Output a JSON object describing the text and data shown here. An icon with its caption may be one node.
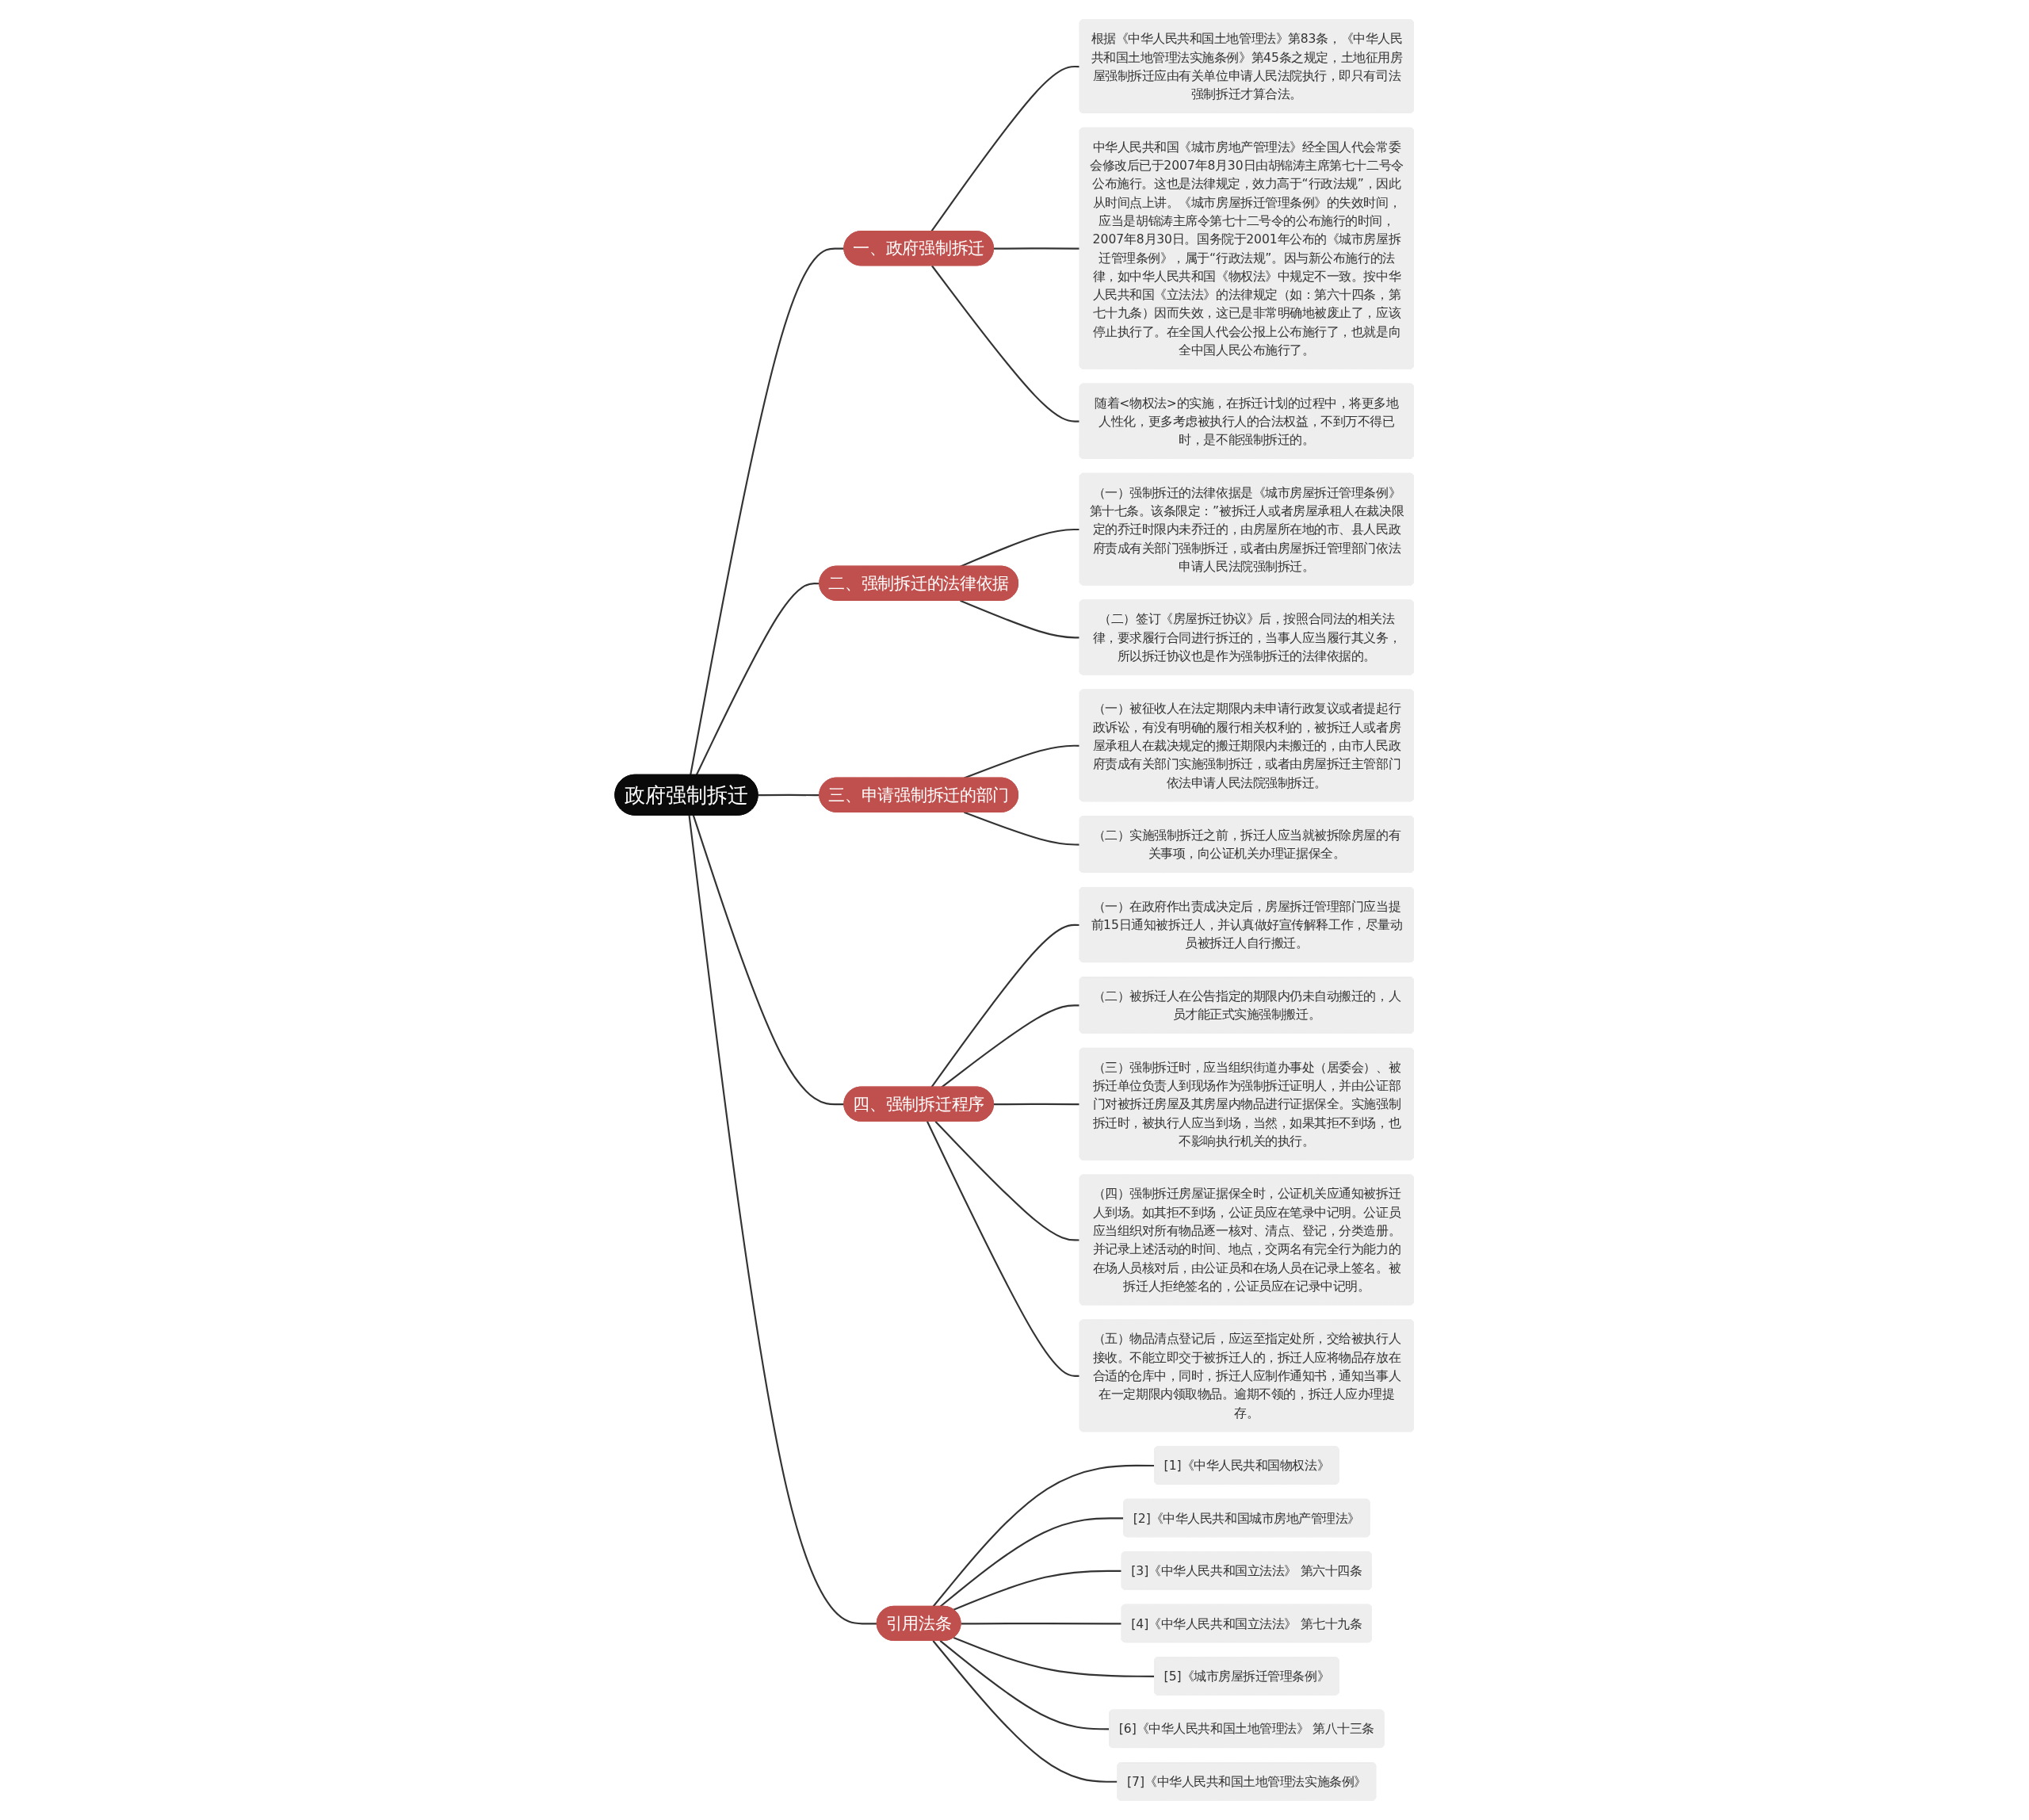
{
  "diagram": {
    "nodes": [
      {
        "text": [
          "政府强制拆迁"
        ]
      },
      {
        "text": [
          "一、政府强制拆迁"
        ]
      },
      {
        "text": [
          "根据《中华人民共和国土地管理法》第83条，《中华人民共和国土地管理法实施条例》第45条之规定，土地征用房屋强制拆迁应由有关单位申请人民法院执行，即只有司法强制拆迁才算合法。"
        ]
      },
      {
        "text": [
          "中华人民共和国《城市房地产管理法》经全国人代会常委会修改后已于2007年8月30日由胡锦涛主席第七十二号令公布施行。这也是法律规定，效力高于“行政法规”，因此从时间点上讲。《城市房屋拆迁管理条例》的失效时间，应当是胡锦涛主席令第七十二号令的公布施行的时间，2007年8月30日。国务院于2001年公布的《城市房屋拆迁管理条例》，属于“行政法规”。因与新公布施行的法律，如中华人民共和国《物权法》中规定不一致。按中华人民共和国《立法法》的法律规定（如：第六十四条，第七十九条）因而失效，这已是非常明确地被废止了，应该停止执行了。在全国人代会公报上公布施行了，也就是向全中国人民公布施行了。"
        ]
      },
      {
        "text": [
          "随着<物权法>的实施，在拆迁计划的过程中，将更多地人性化，更多考虑被执行人的合法权益，不到万不得已时，是不能强制拆迁的。"
        ]
      },
      {
        "text": [
          "二、强制拆迁的法律依据"
        ]
      },
      {
        "text": [
          "（一）强制拆迁的法律依据是《城市房屋拆迁管理条例》第十七条。该条限定：”被拆迁人或者房屋承租人在裁决限定的乔迁时限内未乔迁的，由房屋所在地的市、县人民政府责成有关部门强制拆迁，或者由房屋拆迁管理部门依法申请人民法院强制拆迁。"
        ]
      },
      {
        "text": [
          "（二）签订《房屋拆迁协议》后，按照合同法的相关法律，要求履行合同进行拆迁的，当事人应当履行其义务，所以拆迁协议也是作为强制拆迁的法律依据的。"
        ]
      },
      {
        "text": [
          "三、申请强制拆迁的部门"
        ]
      },
      {
        "text": [
          "（一）被征收人在法定期限内未申请行政复议或者提起行政诉讼，有没有明确的履行相关权利的，被拆迁人或者房屋承租人在裁决规定的搬迁期限内未搬迁的，由市人民政府责成有关部门实施强制拆迁，或者由房屋拆迁主管部门依法申请人民法院强制拆迁。"
        ]
      },
      {
        "text": [
          "（二）实施强制拆迁之前，拆迁人应当就被拆除房屋的有关事项，向公证机关办理证据保全。"
        ]
      },
      {
        "text": [
          "四、强制拆迁程序"
        ]
      },
      {
        "text": [
          "（一）在政府作出责成决定后，房屋拆迁管理部门应当提前15日通知被拆迁人，并认真做好宣传解释工作，尽量动员被拆迁人自行搬迁。"
        ]
      },
      {
        "text": [
          "（二）被拆迁人在公告指定的期限内仍未自动搬迁的，人员才能正式实施强制搬迁。"
        ]
      },
      {
        "text": [
          "（三）强制拆迁时，应当组织街道办事处（居委会）、被拆迁单位负责人到现场作为强制拆迁证明人，并由公证部门对被拆迁房屋及其房屋内物品进行证据保全。实施强制拆迁时，被执行人应当到场，当然，如果其拒不到场，也不影响执行机关的执行。"
        ]
      },
      {
        "text": [
          "（四）强制拆迁房屋证据保全时，公证机关应通知被拆迁人到场。如其拒不到场，公证员应在笔录中记明。公证员应当组织对所有物品逐一核对、清点、登记，分类造册。并记录上述活动的时间、地点，交两名有完全行为能力的在场人员核对后，由公证员和在场人员在记录上签名。被拆迁人拒绝签名的，公证员应在记录中记明。"
        ]
      },
      {
        "text": [
          "（五）物品清点登记后，应运至指定处所，交给被执行人接收。不能立即交于被拆迁人的，拆迁人应将物品存放在合适的仓库中，同时，拆迁人应制作通知书，通知当事人在一定期限内领取物品。逾期不领的，拆迁人应办理提存。"
        ]
      },
      {
        "text": [
          "引用法条"
        ]
      },
      {
        "text": [
          "[1]《中华人民共和国物权法》"
        ]
      },
      {
        "text": [
          "[2]《中华人民共和国城市房地产管理法》"
        ]
      },
      {
        "text": [
          "[3]《中华人民共和国立法法》 第六十四条"
        ]
      },
      {
        "text": [
          "[4]《中华人民共和国立法法》 第七十九条"
        ]
      },
      {
        "text": [
          "[5]《城市房屋拆迁管理条例》"
        ]
      },
      {
        "text": [
          "[6]《中华人民共和国土地管理法》 第八十三条"
        ]
      },
      {
        "text": [
          "[7]《中华人民共和国土地管理法实施条例》"
        ]
      }
    ],
    "edges": [
      {
        "from": 0,
        "to": 1,
        "arrow": "none"
      },
      {
        "from": 1,
        "to": 2,
        "arrow": "none"
      },
      {
        "from": 1,
        "to": 3,
        "arrow": "none"
      },
      {
        "from": 1,
        "to": 4,
        "arrow": "none"
      },
      {
        "from": 0,
        "to": 5,
        "arrow": "none"
      },
      {
        "from": 5,
        "to": 6,
        "arrow": "none"
      },
      {
        "from": 5,
        "to": 7,
        "arrow": "none"
      },
      {
        "from": 0,
        "to": 8,
        "arrow": "none"
      },
      {
        "from": 8,
        "to": 9,
        "arrow": "none"
      },
      {
        "from": 8,
        "to": 10,
        "arrow": "none"
      },
      {
        "from": 0,
        "to": 11,
        "arrow": "none"
      },
      {
        "from": 11,
        "to": 12,
        "arrow": "none"
      },
      {
        "from": 11,
        "to": 13,
        "arrow": "none"
      },
      {
        "from": 11,
        "to": 14,
        "arrow": "none"
      },
      {
        "from": 11,
        "to": 15,
        "arrow": "none"
      },
      {
        "from": 11,
        "to": 16,
        "arrow": "none"
      },
      {
        "from": 0,
        "to": 17,
        "arrow": "none"
      },
      {
        "from": 17,
        "to": 18,
        "arrow": "none"
      },
      {
        "from": 17,
        "to": 19,
        "arrow": "none"
      },
      {
        "from": 17,
        "to": 20,
        "arrow": "none"
      },
      {
        "from": 17,
        "to": 21,
        "arrow": "none"
      },
      {
        "from": 17,
        "to": 22,
        "arrow": "none"
      },
      {
        "from": 17,
        "to": 23,
        "arrow": "none"
      },
      {
        "from": 17,
        "to": 24,
        "arrow": "none"
      }
    ]
  }
}
